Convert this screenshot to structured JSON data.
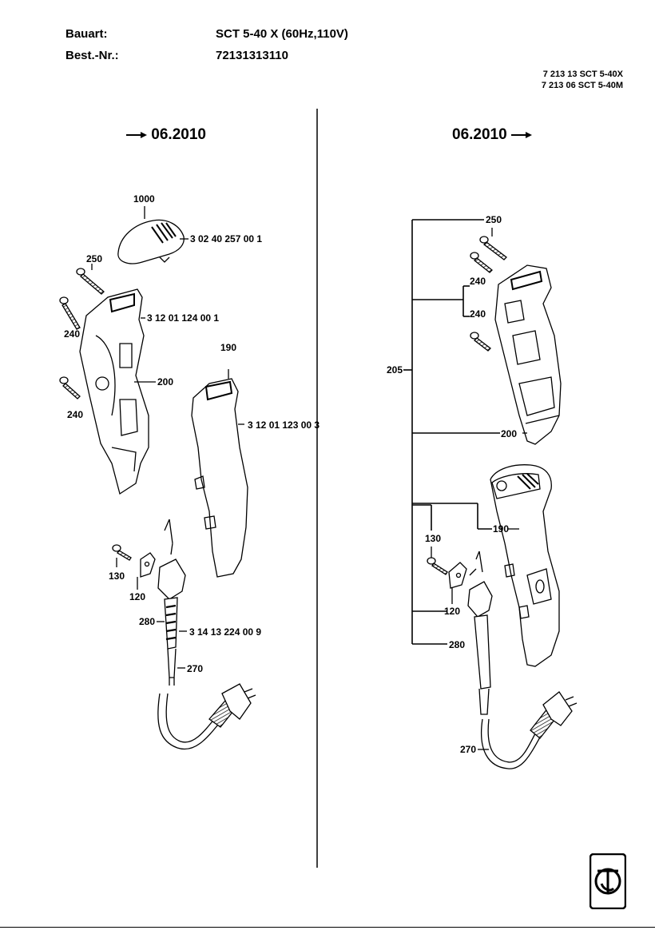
{
  "header": {
    "bauart_label": "Bauart:",
    "bauart_value": "SCT 5-40 X (60Hz,110V)",
    "bestnr_label": "Best.-Nr.:",
    "bestnr_value": "72131313110"
  },
  "model_codes": [
    "7 213 13  SCT 5-40X",
    "7 213 06  SCT 5-40M"
  ],
  "sections": {
    "left_title": "06.2010",
    "right_title": "06.2010"
  },
  "left_labels": {
    "p1000": "1000",
    "p1000_code": "3 02 40 257 00 1",
    "p250": "250",
    "p240a": "240",
    "housing_code": "3 12 01 124 00 1",
    "p240b": "240",
    "p200": "200",
    "p190": "190",
    "handle_code": "3 12 01 123 00 3",
    "p130": "130",
    "p120": "120",
    "p280": "280",
    "cable_code": "3 14 13 224 00 9",
    "p270": "270"
  },
  "right_labels": {
    "p250": "250",
    "p240a": "240",
    "p240b": "240",
    "p205": "205",
    "p200": "200",
    "p190": "190",
    "p130": "130",
    "p120": "120",
    "p280": "280",
    "p270": "270"
  },
  "logo_icon": "fein-logo-icon"
}
